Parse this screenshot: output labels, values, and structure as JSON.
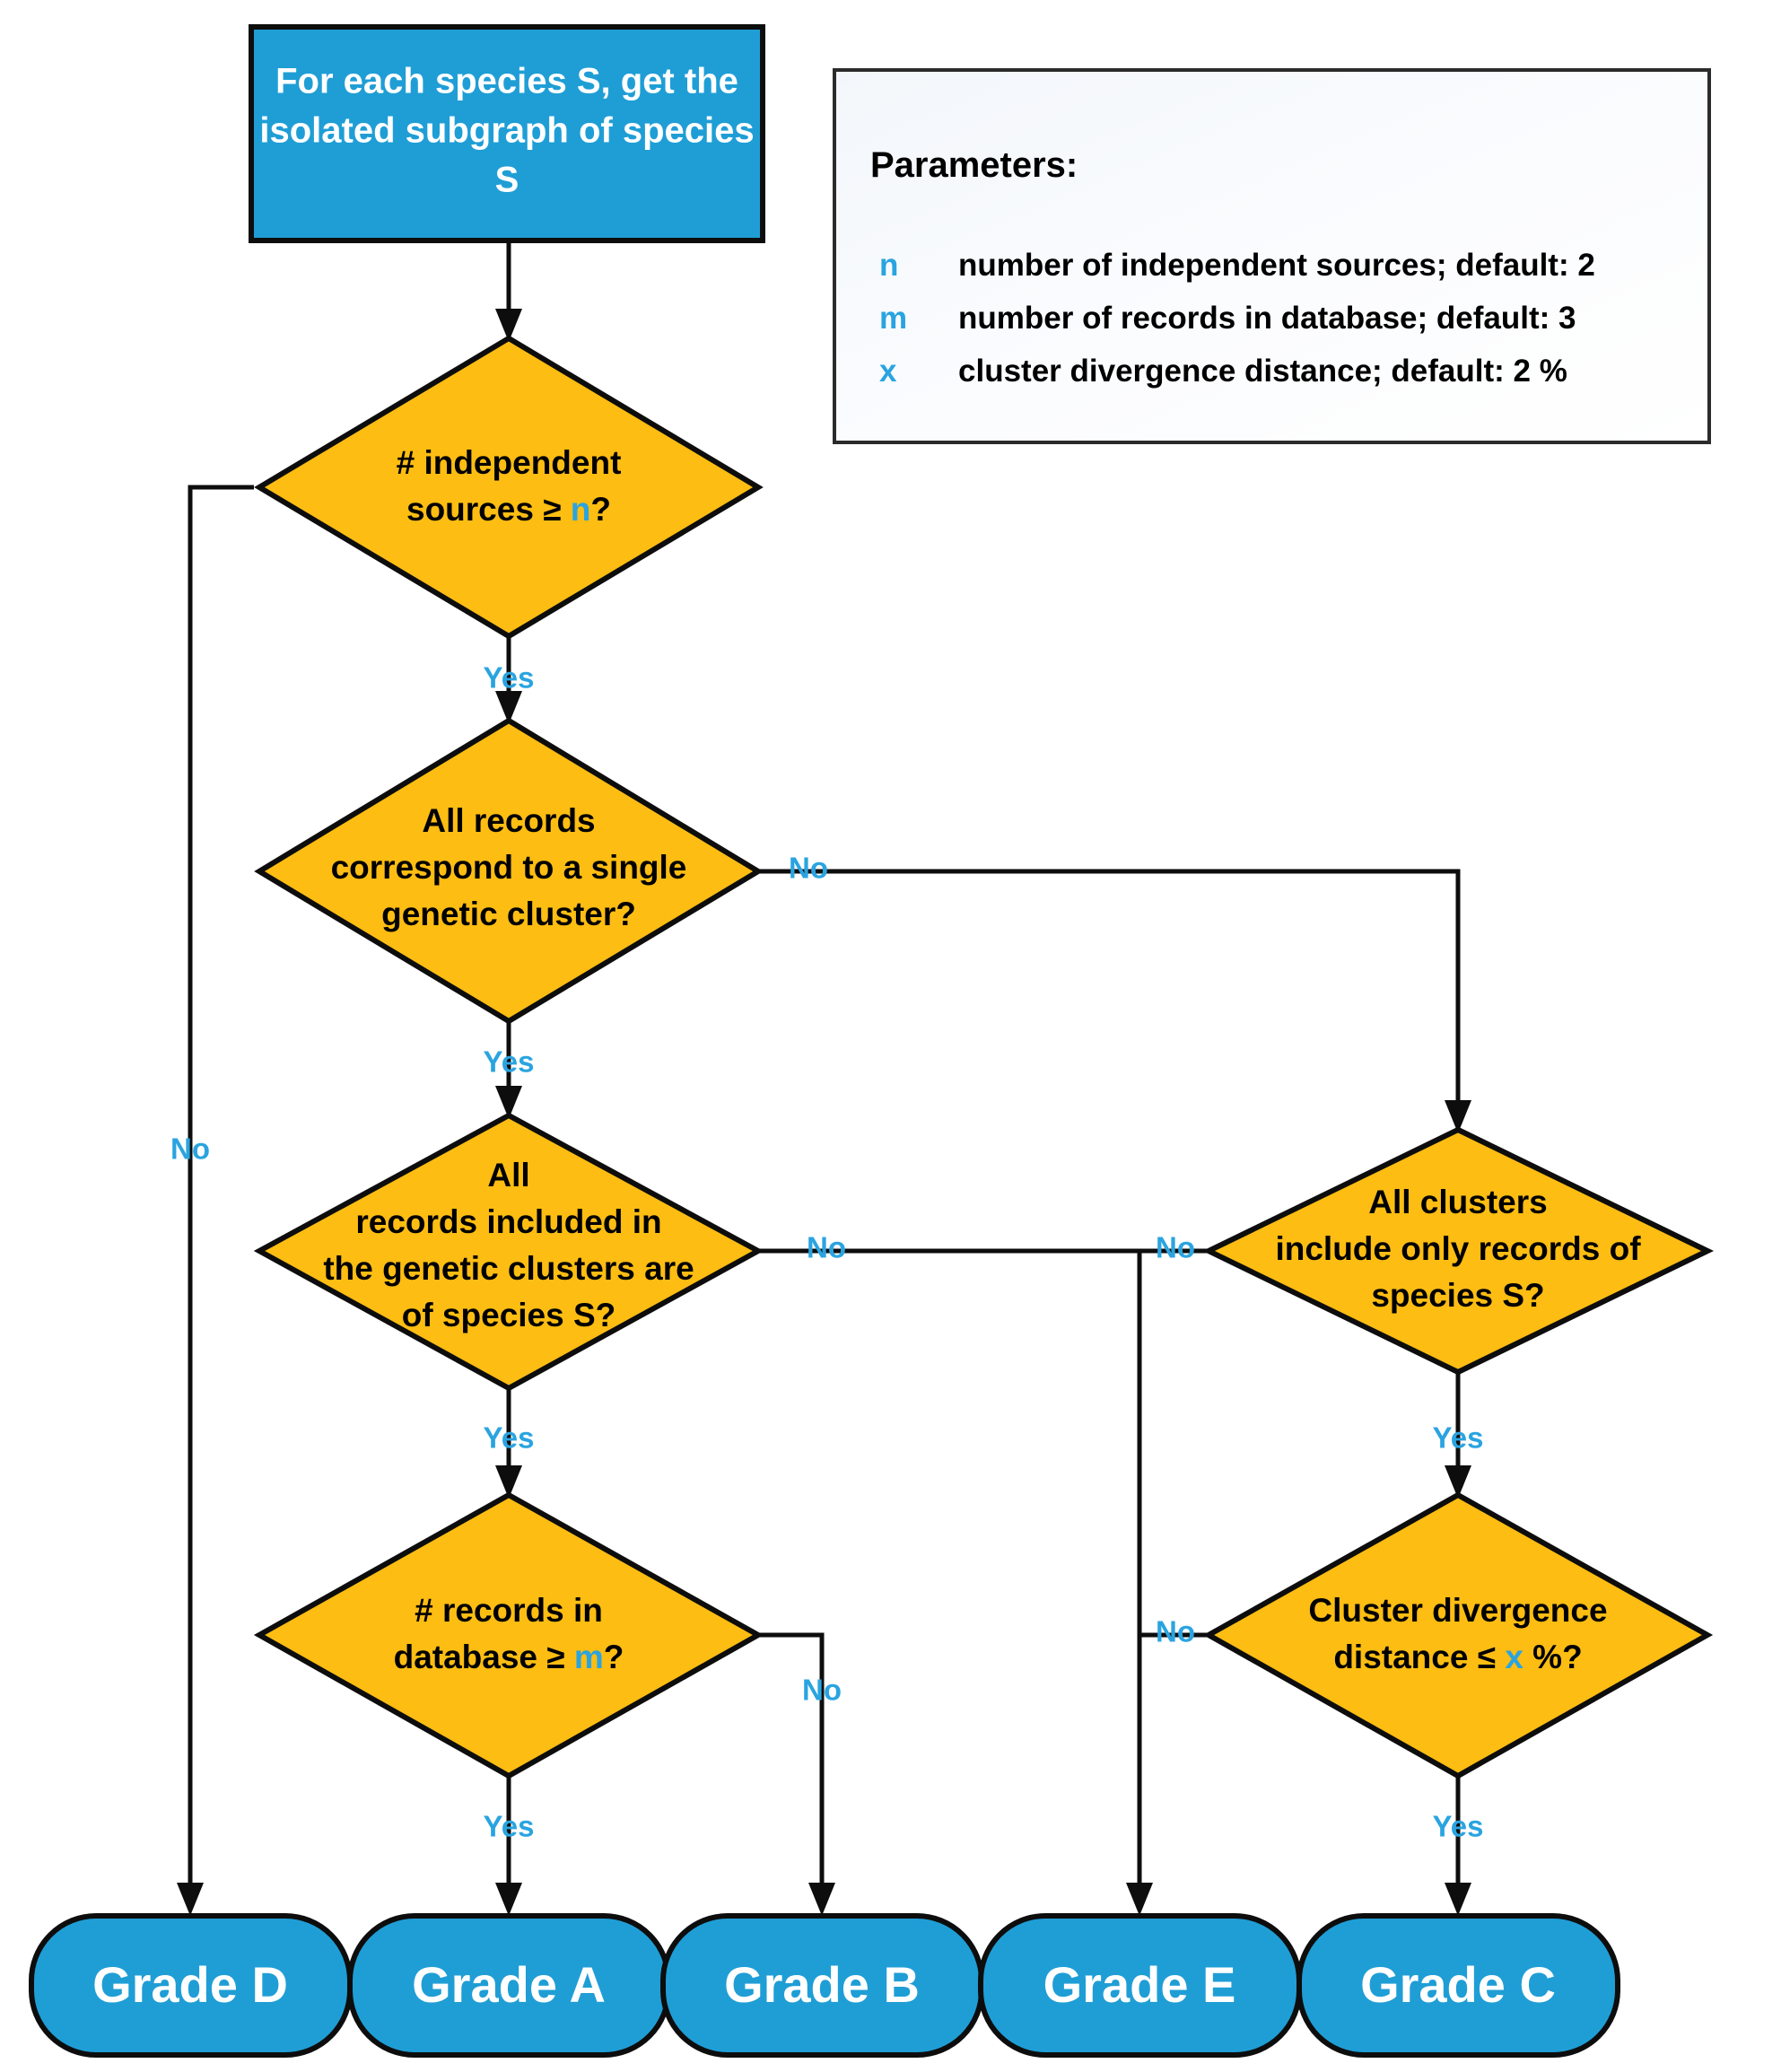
{
  "diagram": {
    "title_node": {
      "lines": [
        "For each species S, get the",
        "isolated subgraph of species",
        "S"
      ]
    },
    "parameters_panel": {
      "heading": "Parameters:",
      "rows": [
        {
          "symbol": "n",
          "description": "number of independent sources; default: 2"
        },
        {
          "symbol": "m",
          "description": "number of records in database; default: 3"
        },
        {
          "symbol": "x",
          "description": "cluster divergence distance; default: 2 %"
        }
      ]
    },
    "decisions": {
      "independent_sources": {
        "line1": "# independent",
        "line2_pre": "sources ≥ ",
        "line2_var": "n",
        "line2_post": "?"
      },
      "single_cluster": {
        "line1": "All records",
        "line2": "correspond to a single",
        "line3": "genetic cluster?"
      },
      "records_species": {
        "line1": "All",
        "line2": "records included in",
        "line3": "the genetic clusters are",
        "line4": "of species S?"
      },
      "clusters_only_species": {
        "line1": "All clusters",
        "line2": "include only records of",
        "line3": "species S?"
      },
      "records_count": {
        "line1": "# records in",
        "line2_pre": "database ≥ ",
        "line2_var": "m",
        "line2_post": "?"
      },
      "cluster_divergence": {
        "line1": "Cluster divergence",
        "line2_pre": "distance ≤ ",
        "line2_var": "x",
        "line2_post": " %?"
      }
    },
    "edge_labels": {
      "yes": "Yes",
      "no": "No",
      "sources_no": "No",
      "sources_yes": "Yes",
      "single_cluster_no": "No",
      "single_cluster_yes": "Yes",
      "records_species_no": "No",
      "records_species_yes": "Yes",
      "clusters_only_no": "No",
      "clusters_only_yes": "Yes",
      "records_count_no": "No",
      "records_count_yes": "Yes",
      "divergence_yes": "Yes"
    },
    "outcomes": [
      {
        "label": "Grade D"
      },
      {
        "label": "Grade A"
      },
      {
        "label": "Grade B"
      },
      {
        "label": "Grade E"
      },
      {
        "label": "Grade C"
      }
    ],
    "colors": {
      "process_fill": "#1f9ed6",
      "decision_fill": "#fdbd12",
      "accent_blue": "#2aa4e0",
      "outline": "#0d0d0d",
      "text_dark": "#000000",
      "text_light": "#ffffff",
      "background": "#ffffff"
    }
  }
}
